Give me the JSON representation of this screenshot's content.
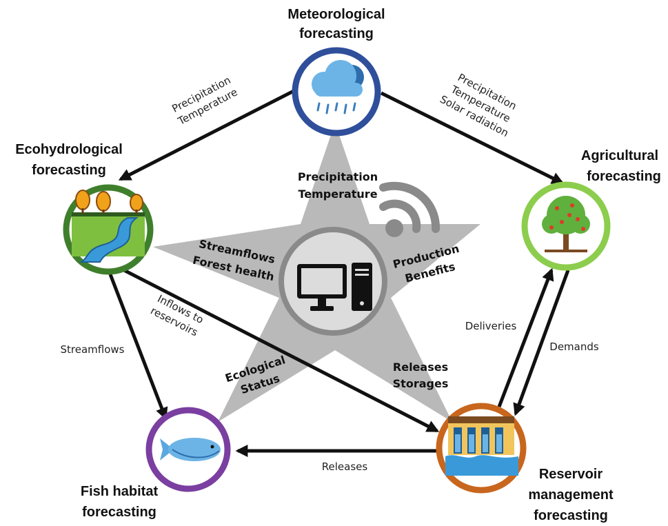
{
  "nodes": {
    "meteorological": {
      "line1": "Meteorological",
      "line2": "forecasting",
      "ring_color": "#2f4f9b"
    },
    "ecohydrological": {
      "line1": "Ecohydrological",
      "line2": "forecasting",
      "ring_color": "#3f7f2c"
    },
    "agricultural": {
      "line1": "Agricultural",
      "line2": "forecasting",
      "ring_color": "#8ccd4d"
    },
    "reservoir": {
      "line1": "Reservoir",
      "line2": "management",
      "line3": "forecasting",
      "ring_color": "#c8661e"
    },
    "fish": {
      "line1": "Fish habitat",
      "line2": "forecasting",
      "ring_color": "#7a3fa0"
    }
  },
  "flows": {
    "met_to_eco": [
      "Precipitation",
      "Temperature"
    ],
    "met_to_agri": [
      "Precipitation",
      "Temperature",
      "Solar radiation"
    ],
    "eco_to_fish": "Streamflows",
    "eco_to_reservoir": [
      "Inflows to",
      "reservoirs"
    ],
    "res_to_agri": "Deliveries",
    "agri_to_res": "Demands",
    "res_to_fish": "Releases"
  },
  "star": {
    "top": [
      "Precipitation",
      "Temperature"
    ],
    "left": [
      "Streamflows",
      "Forest health"
    ],
    "right": [
      "Production",
      "Benefits"
    ],
    "bottom_left": [
      "Ecological",
      "Status"
    ],
    "bottom_right": [
      "Releases",
      "Storages"
    ]
  },
  "colors": {
    "star": "#b9b9b9",
    "hub": "#8a8a8a",
    "arrow": "#111111"
  },
  "icons": [
    "rain-cloud-icon",
    "forest-river-icon",
    "apple-tree-icon",
    "dam-icon",
    "fish-icon",
    "computer-icon",
    "wifi-icon"
  ]
}
